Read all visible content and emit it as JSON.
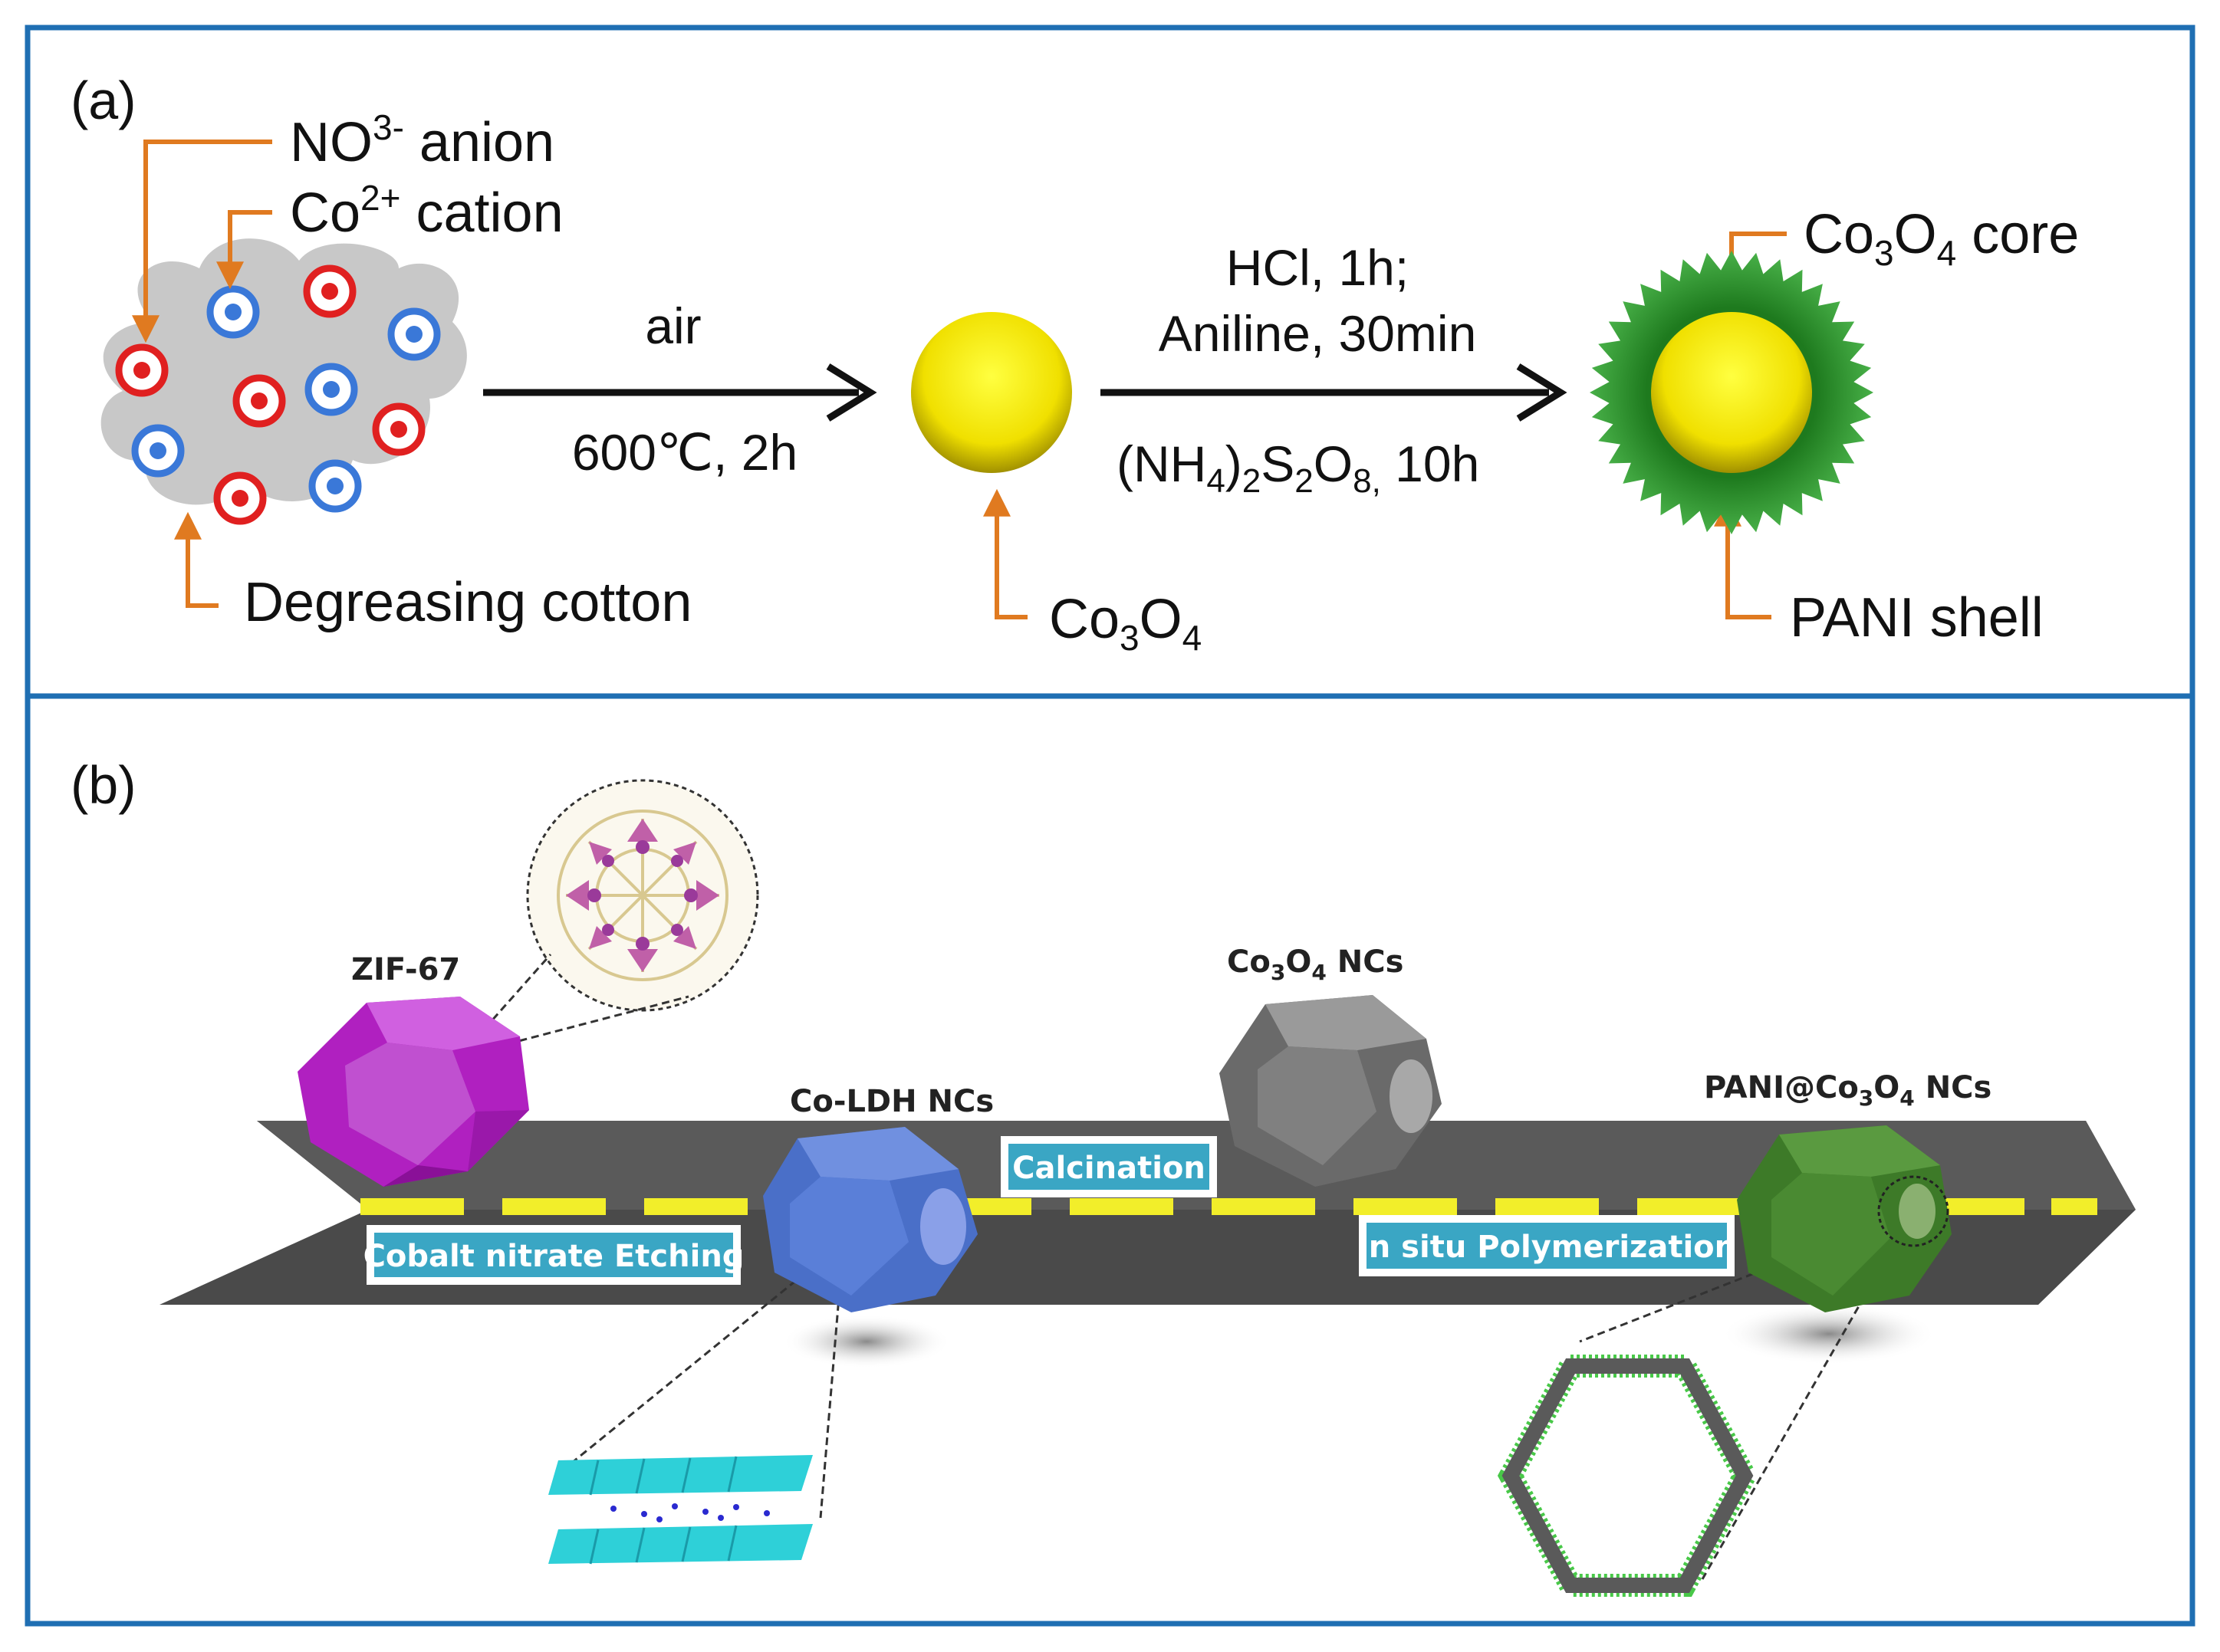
{
  "panel_a": {
    "label": "(a)",
    "no3": {
      "base": "NO",
      "sup": "3-",
      "rest": " anion"
    },
    "co2": {
      "base": "Co",
      "sup": "2+",
      "rest": " cation"
    },
    "cotton": "Degreasing cotton",
    "step1_top": "air",
    "step1_bottom": "600℃, 2h",
    "co3o4": {
      "a": "Co",
      "s1": "3",
      "b": "O",
      "s2": "4"
    },
    "step2_line1": "HCl, 1h;",
    "step2_line2": "Aniline, 30min",
    "step2_bottom": {
      "p1": "(NH",
      "s1": "4",
      "p2": ")",
      "s2": "2",
      "p3": "S",
      "s3": "2",
      "p4": "O",
      "s4": "8,",
      "p5": " 10h"
    },
    "core": {
      "a": "Co",
      "s1": "3",
      "b": "O",
      "s2": "4",
      "rest": " core"
    },
    "shell": "PANI shell"
  },
  "panel_b": {
    "label": "(b)",
    "zif67": "ZIF-67",
    "coldh": "Co-LDH NCs",
    "co3o4_ncs": {
      "a": "Co",
      "s1": "3",
      "b": "O",
      "s2": "4",
      "rest": " NCs"
    },
    "pani_ncs": {
      "a": "PANI@Co",
      "s1": "3",
      "b": "O",
      "s2": "4",
      "rest": " NCs"
    },
    "step_etch": "Cobalt nitrate Etching",
    "step_calc": "Calcination",
    "step_poly": "In situ Polymerization"
  },
  "colors": {
    "frame": "#1f6fb3",
    "leader": "#e07a20",
    "anion": "#e02020",
    "cation": "#3a78d8",
    "cotton": "#c8c8c8",
    "co3o4_yellow": "#ffee00",
    "pani_green": "#2e8b2e",
    "belt": "#4a4a4a",
    "banner": "#3aa6c4",
    "zif": "#b020c0",
    "ldh": "#4a6fc8",
    "grey_nc": "#707070",
    "green_nc": "#3d7a28"
  }
}
